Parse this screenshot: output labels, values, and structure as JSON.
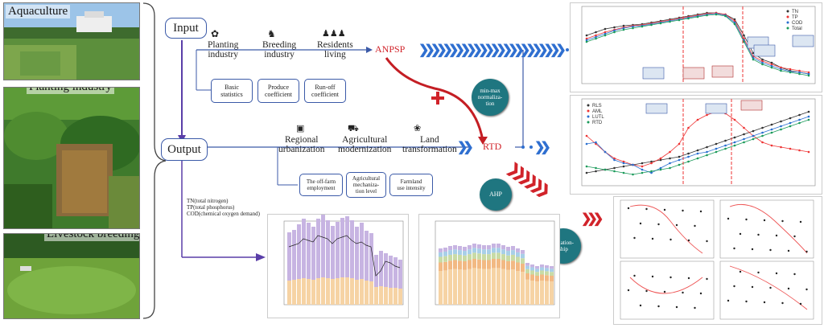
{
  "photos": [
    {
      "label": "Aquaculture"
    },
    {
      "label": "Planting industry"
    },
    {
      "label": "Livestock breeding"
    }
  ],
  "input_label": "Input",
  "output_label": "Output",
  "input_nodes": [
    {
      "line1": "Planting",
      "line2": "industry",
      "icon": "leaf-icon"
    },
    {
      "line1": "Breeding",
      "line2": "industry",
      "icon": "horse-icon"
    },
    {
      "line1": "Residents",
      "line2": "living",
      "icon": "people-icon"
    }
  ],
  "input_boxes": [
    {
      "line1": "Basic",
      "line2": "statistics"
    },
    {
      "line1": "Produce",
      "line2": "coefficient"
    },
    {
      "line1": "Run-off",
      "line2": "coefficient"
    }
  ],
  "anpsp_label": "ANPSP",
  "rtd_label": "RTD",
  "rtd_nodes": [
    {
      "line1": "Regional",
      "line2": "urbanization",
      "icon": "city-icon"
    },
    {
      "line1": "Agricultural",
      "line2": "modernization",
      "icon": "tractor-icon"
    },
    {
      "line1": "Land",
      "line2": "transformation",
      "icon": "sprout-icon"
    }
  ],
  "rtd_boxes": [
    {
      "line1": "The off-farm",
      "line2": "employment",
      "line3": ""
    },
    {
      "line1": "Agricultural",
      "line2": "mechaniza-",
      "line3": "tion level"
    },
    {
      "line1": "Farmland",
      "line2": "use intensity",
      "line3": ""
    }
  ],
  "circles": {
    "normalization": {
      "line1": "min-max",
      "line2": "normaliza-",
      "line3": "tion"
    },
    "ahp": "AHP",
    "relationship": {
      "line1": "Relation-",
      "line2": "ship"
    }
  },
  "output_lines": [
    "TN(total nitrogen)",
    "TP(total phosphorus)",
    "COD(chemical oxygen demand)"
  ],
  "legend_top": [
    "TN",
    "TP",
    "COD",
    "Total"
  ],
  "legend_mid": [
    "RLS",
    "AML",
    "LUTL",
    "RTD"
  ],
  "colors": {
    "blue_arrow": "#2f6fd0",
    "dark_blue": "#3b5aa8",
    "red": "#d1232a",
    "teal": "#1f7680",
    "purple_bar": "#c7b4e2",
    "orange_bar": "#f6d3a4"
  }
}
